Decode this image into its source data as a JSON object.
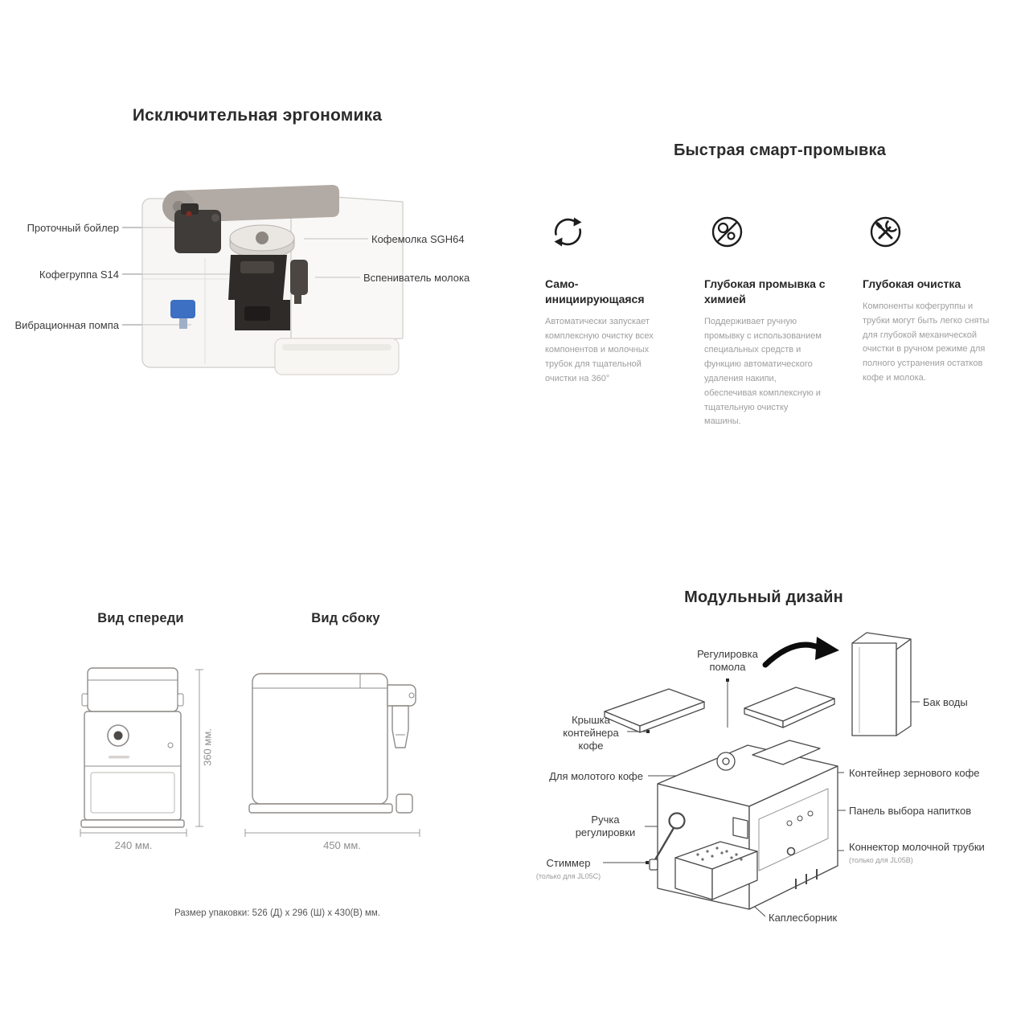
{
  "ergonomics": {
    "title": "Исключительная эргономика",
    "callouts": {
      "boiler": "Проточный бойлер",
      "group": "Кофегруппа S14",
      "pump": "Вибрационная помпа",
      "grinder": "Кофемолка SGH64",
      "frother": "Вспениватель молока"
    }
  },
  "smart_wash": {
    "title": "Быстрая смарт-промывка",
    "features": [
      {
        "icon": "self-clean-cycle-icon",
        "heading": "Само-инициирующаяся",
        "text": "Автоматически запускает комплексную очистку всех компонентов и молочных трубок для тщательной очистки на 360°"
      },
      {
        "icon": "deep-wash-chemical-icon",
        "heading": "Глубокая промывка с химией",
        "text": "Поддерживает ручную промывку с использованием специальных средств и функцию автоматического удаления накипи, обеспечивая комплексную и тщательную очистку машины."
      },
      {
        "icon": "deep-clean-tools-icon",
        "heading": "Глубокая очистка",
        "text": "Компоненты кофегруппы и трубки могут быть легко сняты для глубокой механической очистки в ручном режиме для полного устранения остатков кофе и молока."
      }
    ]
  },
  "views": {
    "front_title": "Вид спереди",
    "side_title": "Вид сбоку",
    "height_label": "360 мм.",
    "front_width_label": "240 мм.",
    "side_depth_label": "450 мм.",
    "package_note": "Размер упаковки: 526 (Д) x 296 (Ш) x 430(В) мм."
  },
  "modular": {
    "title": "Модульный дизайн",
    "callouts": {
      "grind_adjust": "Регулировка помола",
      "water_tank": "Бак воды",
      "coffee_lid": "Крышка контейнера кофе",
      "ground_coffee": "Для молотого кофе",
      "bean_container": "Контейнер зернового кофе",
      "drink_panel": "Панель выбора напитков",
      "adjust_knob": "Ручка регулировки",
      "milk_connector": "Коннектор молочной трубки",
      "milk_connector_note": "(только для JL05B)",
      "steamer": "Стиммер",
      "steamer_note": "(только для JL05C)",
      "drip_tray": "Каплесборник"
    }
  }
}
